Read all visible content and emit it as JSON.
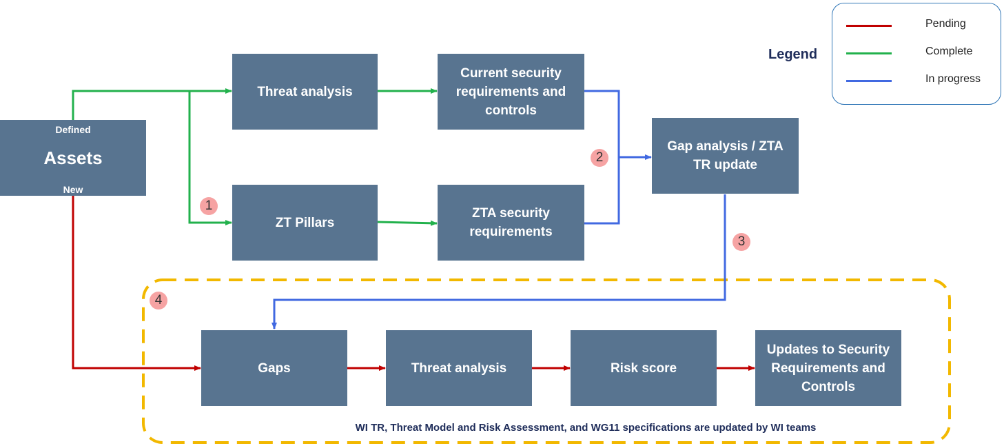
{
  "nodes": {
    "assets": {
      "title": "Assets",
      "top_label": "Defined",
      "bottom_label": "New"
    },
    "threat_analysis_top": {
      "label": "Threat analysis"
    },
    "current_security": {
      "label": "Current security requirements and controls"
    },
    "zt_pillars": {
      "label": "ZT Pillars"
    },
    "zta_security": {
      "label": "ZTA security requirements"
    },
    "gap_analysis": {
      "label": "Gap analysis / ZTA TR update"
    },
    "gaps": {
      "label": "Gaps"
    },
    "threat_analysis_bottom": {
      "label": "Threat analysis"
    },
    "risk_score": {
      "label": "Risk score"
    },
    "updates": {
      "label": "Updates to Security Requirements and Controls"
    }
  },
  "badges": [
    "1",
    "2",
    "3",
    "4"
  ],
  "legend": {
    "title": "Legend",
    "items": [
      {
        "label": "Pending",
        "color": "#c00000"
      },
      {
        "label": "Complete",
        "color": "#22b14c"
      },
      {
        "label": "In progress",
        "color": "#4169e1"
      }
    ]
  },
  "footnote": "WI TR, Threat Model and Risk Assessment, and WG11 specifications are updated by WI teams",
  "colors": {
    "box": "#587490",
    "pending": "#c00000",
    "complete": "#22b14c",
    "in_progress": "#4169e1",
    "group_border": "#f2b800",
    "badge": "#f6a3a3"
  }
}
